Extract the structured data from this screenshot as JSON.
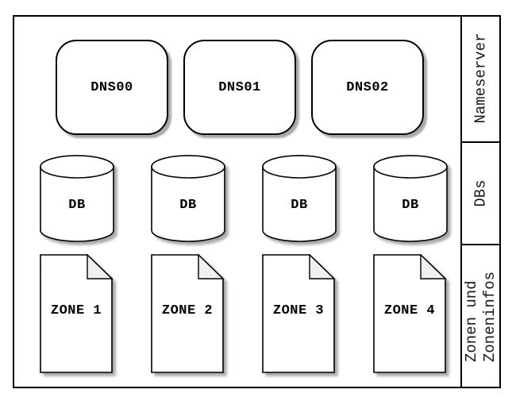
{
  "diagram": {
    "colors": {
      "background": "#ffffff",
      "stroke": "#000000",
      "shadow": "#a9a9a9",
      "document_fold": "#f0f0f0"
    },
    "nameservers": [
      {
        "label": "DNS00"
      },
      {
        "label": "DNS01"
      },
      {
        "label": "DNS02"
      }
    ],
    "databases": [
      {
        "label": "DB"
      },
      {
        "label": "DB"
      },
      {
        "label": "DB"
      },
      {
        "label": "DB"
      }
    ],
    "zones": [
      {
        "label": "ZONE 1"
      },
      {
        "label": "ZONE 2"
      },
      {
        "label": "ZONE 3"
      },
      {
        "label": "ZONE 4"
      }
    ],
    "sidebar": {
      "sections": [
        {
          "label": "Nameserver"
        },
        {
          "label": "DBs"
        },
        {
          "label": "Zonen und\nZoneninfos"
        }
      ]
    }
  }
}
